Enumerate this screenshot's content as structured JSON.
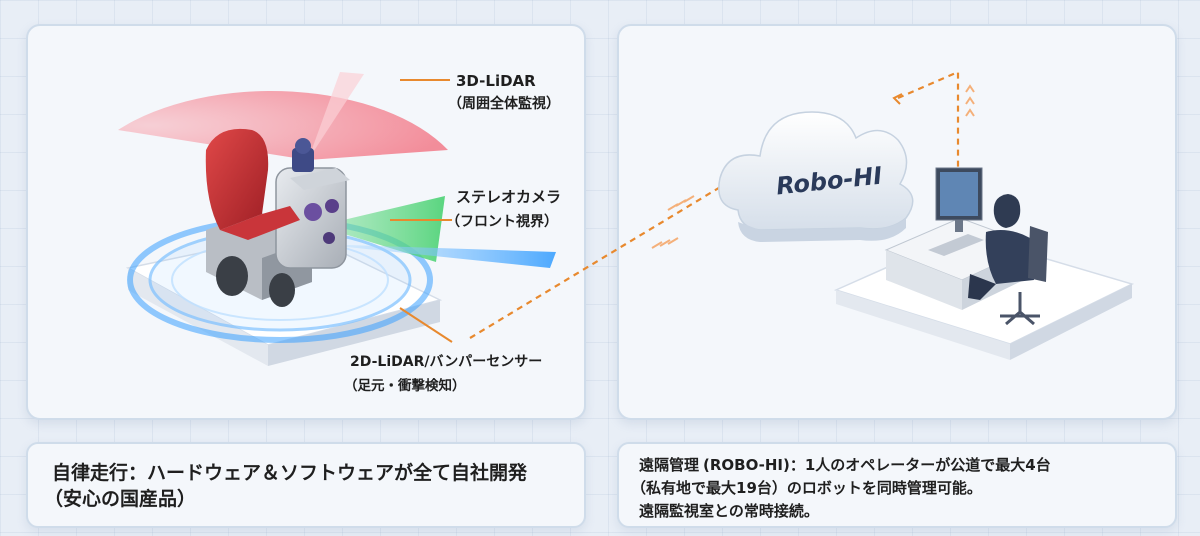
{
  "labels": {
    "lidar3d_title": "3D-LiDAR",
    "lidar3d_sub": "（周囲全体監視）",
    "stereo_title": "ステレオカメラ",
    "stereo_sub": "（フロント視界）",
    "lidar2d_title": "2D-LiDAR/バンパーセンサー",
    "lidar2d_sub": "（足元・衝撃検知）"
  },
  "cloud": {
    "name": "Robo-HI"
  },
  "captions": {
    "left": {
      "line1": "自律走行：ハードウェア＆ソフトウェアが全て自社開発",
      "line2": "（安心の国産品）"
    },
    "right": {
      "line1_prefix": "遠隔管理",
      "line1_paren": "(ROBO-HI)",
      "line1_rest": "：1人のオペレーターが公道で最大4台",
      "line2": "（私有地で最大19台）のロボットを同時管理可能。",
      "line3": "遠隔監視室との常時接続。"
    }
  },
  "colors": {
    "accent_line": "#e8892e",
    "lidar3d_fan": "#f26a7a",
    "stereo_fan": "#3fcf6a",
    "lidar2d_ring": "#3aa0ff",
    "panel_border": "#cfdcea"
  }
}
